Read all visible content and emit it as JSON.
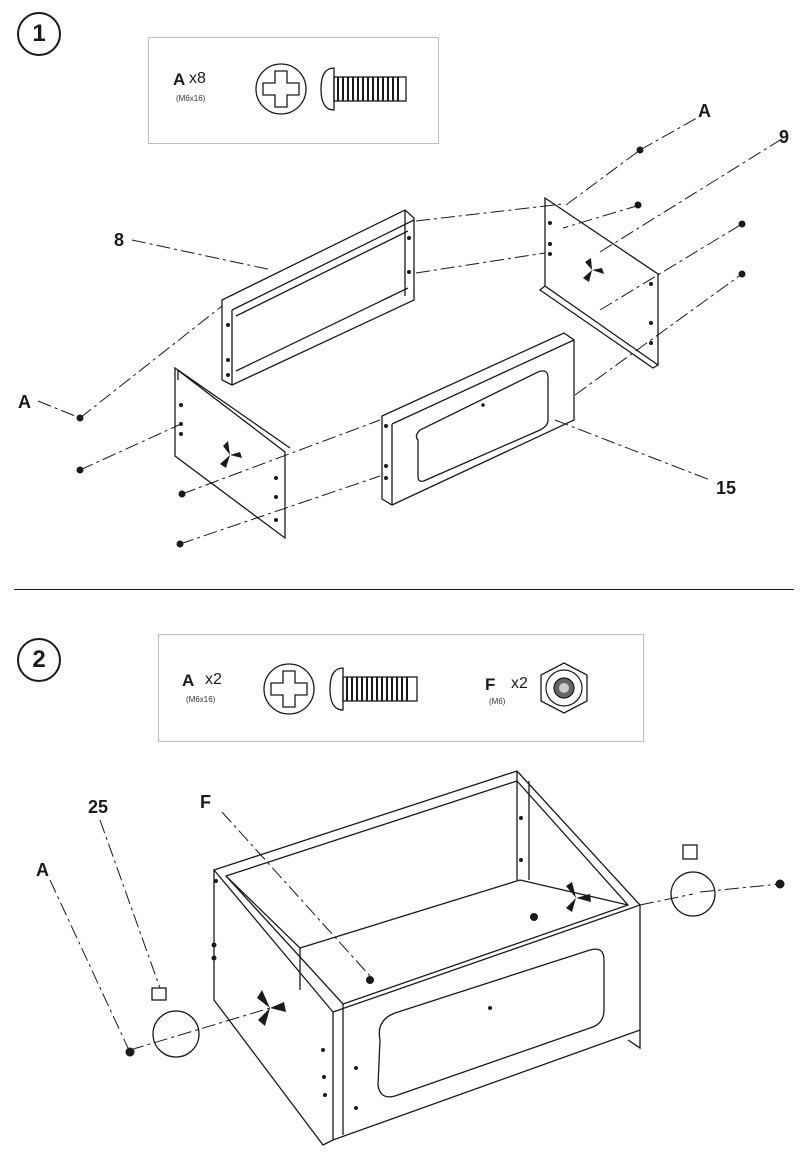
{
  "steps": [
    {
      "number": "1",
      "parts": [
        {
          "letter": "A",
          "qty": "x8",
          "spec": "(M6x16)",
          "icon": "phillips-bolt-icon"
        }
      ],
      "callouts": {
        "a_top": "A",
        "nine": "9",
        "eight": "8",
        "a_left": "A",
        "fifteen": "15"
      }
    },
    {
      "number": "2",
      "parts": [
        {
          "letter": "A",
          "qty": "x2",
          "spec": "(M6x16)",
          "icon": "phillips-bolt-icon"
        },
        {
          "letter": "F",
          "qty": "x2",
          "spec": "(M6)",
          "icon": "hex-nut-icon"
        }
      ],
      "callouts": {
        "twenty_five": "25",
        "f": "F",
        "a": "A"
      }
    }
  ],
  "colors": {
    "line": "#1a1a1a",
    "box_border": "#bdbdbd"
  }
}
